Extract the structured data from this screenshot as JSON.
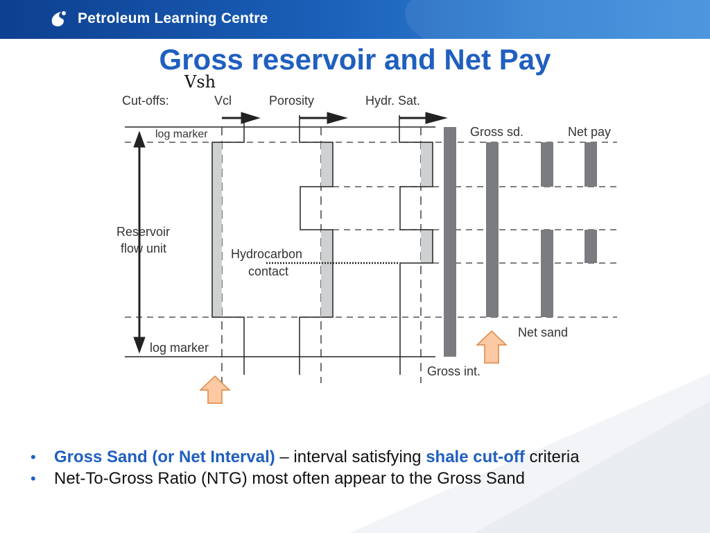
{
  "header": {
    "brand": "Petroleum Learning Centre"
  },
  "slide": {
    "title": "Gross reservoir and Net Pay",
    "vsh_label": "Vsh"
  },
  "diagram": {
    "cutoffs_label": "Cut-offs:",
    "vcl": "Vcl",
    "porosity": "Porosity",
    "hydr_sat": "Hydr. Sat.",
    "log_marker_top": "log marker",
    "log_marker_bottom": "log marker",
    "gross_sd": "Gross sd.",
    "net_pay": "Net pay",
    "reservoir_line1": "Reservoir",
    "reservoir_line2": "flow unit",
    "hc_line1": "Hydrocarbon",
    "hc_line2": "contact",
    "net_sand": "Net sand",
    "gross_int": "Gross int."
  },
  "bullets": {
    "b1_term": "Gross Sand (or Net Interval)",
    "b1_mid": " – interval satisfying ",
    "b1_term2": "shale cut-off",
    "b1_end": " criteria",
    "b2": "Net-To-Gross Ratio (NTG) most often appear to the Gross Sand"
  },
  "colors": {
    "accent": "#1f5fbf",
    "header": "#1a5fb8",
    "bar": "#7a7c80",
    "shade": "#cfd0d2",
    "arrow_fill": "#fbc9a3",
    "arrow_stroke": "#e0843d"
  }
}
